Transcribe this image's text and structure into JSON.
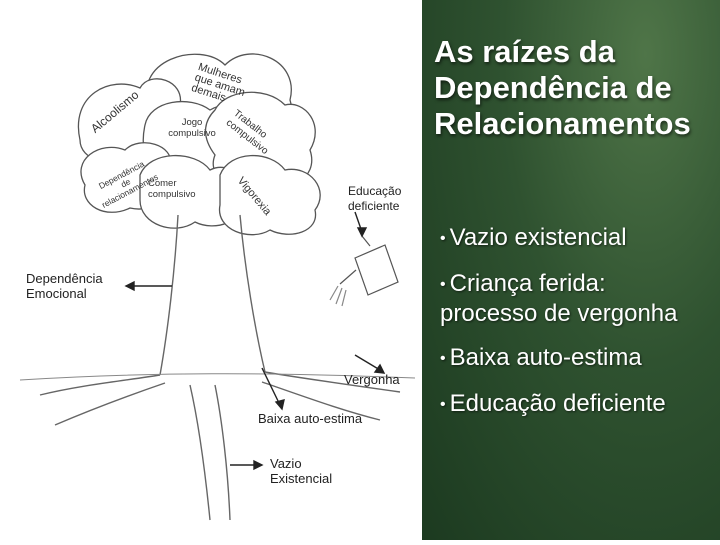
{
  "slide": {
    "title_lines": [
      "As raízes da",
      "Dependência de",
      "Relacionamentos"
    ],
    "bullets": [
      "Vazio existencial",
      "Criança ferida:",
      "processo de  vergonha",
      "Baixa auto-estima",
      "Educação deficiente"
    ],
    "bullet_symbol": "•"
  },
  "diagram": {
    "crown_labels": {
      "mulheres": [
        "Mulheres",
        "que amam",
        "demais"
      ],
      "alcoolismo": "Alcoolismo",
      "jogo": [
        "Jogo",
        "compulsivo"
      ],
      "trabalho": [
        "Trabalho",
        "compulsivo"
      ],
      "dependencia": [
        "Dependência",
        "de",
        "relacionamentos"
      ],
      "comer": [
        "Comer",
        "compulsivo"
      ],
      "vigorexia": "Vigorexia"
    },
    "educacao": [
      "Educação",
      "deficiente"
    ],
    "dependencia_emocional": [
      "Dependência",
      "Emocional"
    ],
    "vergonha": "Vergonha",
    "baixa": "Baixa auto-estima",
    "vazio": [
      "Vazio",
      "Existencial"
    ]
  },
  "colors": {
    "panel": "#2f5230",
    "title": "#ffffff",
    "line": "#444444"
  }
}
